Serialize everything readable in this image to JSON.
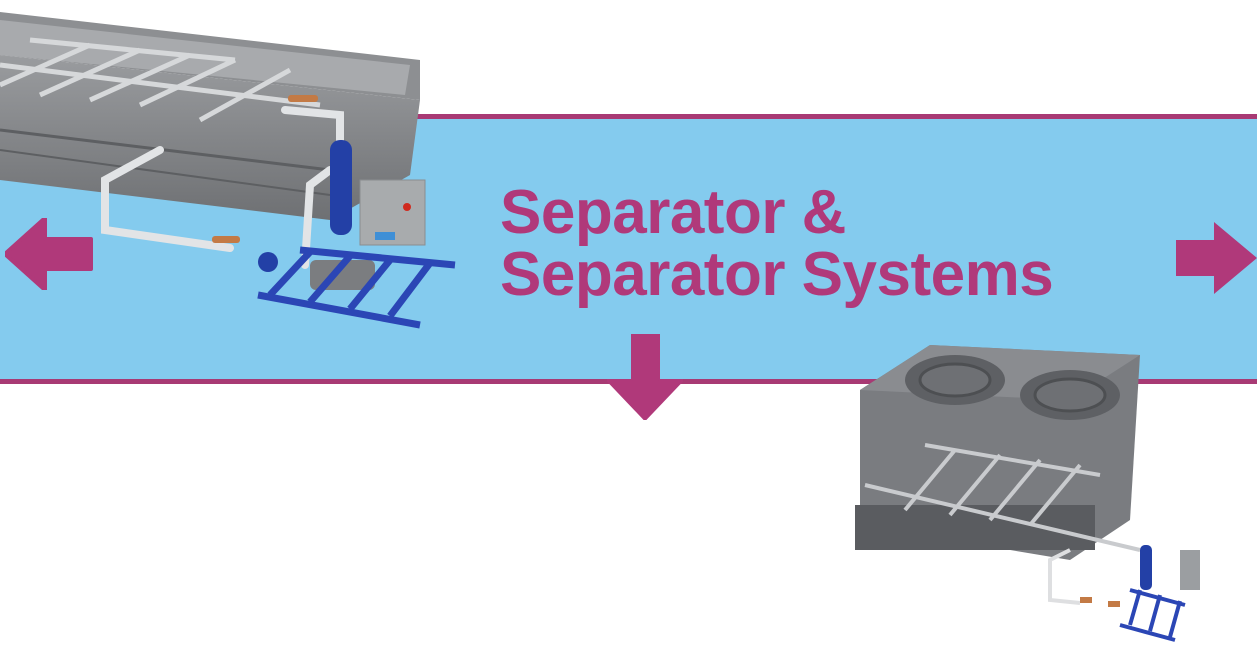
{
  "slide": {
    "title_line1": "Separator &",
    "title_line2": "Separator Systems",
    "colors": {
      "accent": "#b0397a",
      "banner": "#84cbee",
      "border": "#a83a74",
      "background": "#ffffff"
    },
    "arrows": [
      "left-arrow-icon",
      "right-arrow-icon",
      "down-arrow-icon"
    ],
    "illustrations": [
      "tank-separator-system",
      "cooling-tower-separator-system"
    ]
  }
}
